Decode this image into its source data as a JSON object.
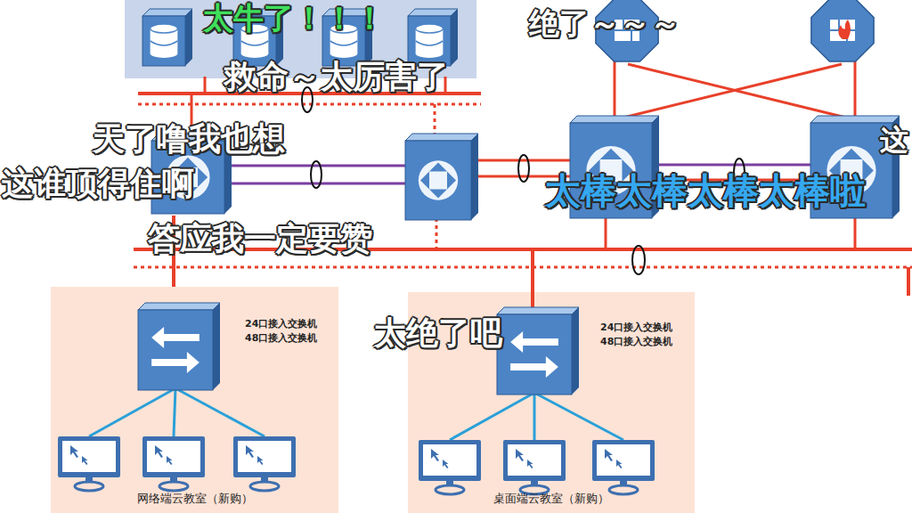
{
  "diagram": {
    "nodes": [
      {
        "text": [
          "交换机"
        ]
      },
      {
        "text": [
          "24口接入交换机",
          "48口接入交换机",
          "网络端云教室（新购）"
        ]
      },
      {
        "text": [
          "24口接入交换机",
          "48口接入交换机",
          "桌面端云教室（新购）"
        ]
      }
    ],
    "edges": [
      {
        "from": 0,
        "to": 1,
        "arrow": "none"
      }
    ],
    "labels": [
      "太牛了！！！",
      "绝了～～～",
      "救命～太厉害了",
      "天了噜我也想",
      "这",
      "这谁顶得住啊",
      "太棒太棒太棒太棒啦",
      "答应我一定要赞",
      "太绝了吧"
    ]
  }
}
